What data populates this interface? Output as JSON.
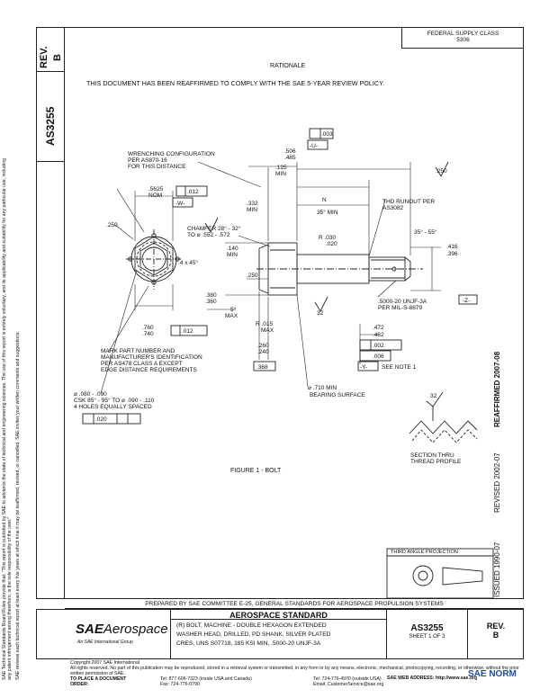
{
  "document": {
    "number": "AS3255",
    "rev_label": "REV.",
    "rev": "B",
    "federal_supply_class_label": "FEDERAL SUPPLY CLASS",
    "federal_supply_class": "5306",
    "rationale_heading": "RATIONALE",
    "rationale_text": "THIS DOCUMENT HAS BEEN REAFFIRMED TO COMPLY WITH THE SAE 5-YEAR REVIEW POLICY.",
    "figure_caption": "FIGURE 1 - BOLT",
    "issued": "ISSUED 1990-07",
    "revised": "REVISED 2002-07",
    "reaffirmed": "REAFFIRMED 2007-08",
    "left_notice_1": "SAE Technical Standards Board Rules provide that: \"This report is published by SAE to advance the state of technical and engineering sciences. The use of this report is entirely voluntary, and its applicability and suitability for any particular use, including any patent infringement arising therefrom, is the sole responsibility of the user.\"",
    "left_notice_2": "SAE reviews each technical report at least every five years at which time it may be reaffirmed, revised, or cancelled. SAE invites your written comments and suggestions.",
    "third_angle_label": "THIRD ANGLE PROJECTION",
    "committee": "PREPARED BY SAE COMMITTEE E-25, GENERAL STANDARDS FOR AEROSPACE PROPULSION SYSTEMS",
    "logo_brand": "SAE",
    "logo_text": "Aerospace",
    "logo_sub": "An SAE International Group",
    "standard_title": "AEROSPACE STANDARD",
    "part_description_1": "(R)  BOLT, MACHINE - DOUBLE HEXAGON EXTENDED",
    "part_description_2": "WASHER HEAD, DRILLED, PD SHANK, SILVER PLATED",
    "part_description_3": "CRES, UNS S07718, 185 KSI MIN, .5000-20 UNJF-3A",
    "sheet": "SHEET 1 OF 3",
    "copyright": "Copyright 2007 SAE International",
    "rights": "All rights reserved. No part of this publication may be reproduced, stored in a retrieval system or transmitted, in any form or by any means, electronic, mechanical, photocopying, recording, or otherwise, without the prior written permission of SAE.",
    "order_label": "TO PLACE A DOCUMENT ORDER:",
    "tel_1": "Tel: 877-606-7323 (inside USA and Canada)",
    "tel_2": "Tel: 724-776-4970 (outside USA)",
    "fax": "Fax: 724-776-0790",
    "email": "Email: CustomerService@sae.org",
    "web": "SAE WEB ADDRESS: http://www.sae.org",
    "watermark": "SAE NORM"
  },
  "drawing": {
    "wrenching": [
      "WRENCHING CONFIGURATION",
      "PER AS870-16",
      "FOR THIS DISTANCE"
    ],
    "d_5625": ".5625",
    "nom": "NOM",
    "tol_012_y": ".012",
    "datum_w": "-W-",
    "d_250_a": ".250",
    "d_506": ".506",
    "d_485": ".485",
    "d_125": ".125",
    "min": "MIN",
    "d_332": ".332",
    "tol_003": ".003",
    "datum_u": "-U-",
    "d_250_b": ".250",
    "thd_runout": [
      "THD RUNOUT PER",
      "AS3082"
    ],
    "n_label": "N",
    "angle_35": "35° MIN",
    "chamfer": [
      "CHAMFER 28° - 32°",
      "TO ⌀ .552 - .572"
    ],
    "d_140": ".140",
    "r_label": "R .030",
    "r_020": ".020",
    "angle_35_55": "35° - 55°",
    "d_416": ".416",
    "d_396": ".396",
    "x45": ".4 x 45°",
    "d_250_c": ".250",
    "d_380": ".380",
    "d_360": ".360",
    "angle_5": "5°",
    "max": "MAX",
    "thread": [
      ".5000-20 UNJF-3A",
      "PER MIL-S-8879"
    ],
    "datum_z": "-Z-",
    "d_760": ".760",
    "d_740": ".740",
    "tol_012_z": ".012",
    "r_015": "R .015",
    "surf_32_a": "32",
    "d_472": ".472",
    "d_462": ".462",
    "mark_note": [
      "MARK PART NUMBER AND",
      "MANUFACTURER'S IDENTIFICATION",
      "PER AS478 CLASS A EXCEPT",
      "EDGE DISTANCE REQUIREMENTS"
    ],
    "d_260": ".260",
    "d_240": ".240",
    "d_368": ".368",
    "tol_002": ".002",
    "tol_006": ".006",
    "datum_y": "-Y-",
    "see_note": "SEE NOTE 1",
    "holes": [
      "⌀ .080 - .090",
      "CSK 85° - 95° TO ⌀ .090 - .110",
      "4 HOLES EQUALLY SPACED"
    ],
    "tol_020": ".020",
    "bearing": [
      "⌀ .710 MIN",
      "BEARING SURFACE"
    ],
    "surf_32_b": "32",
    "section": [
      "SECTION THRU",
      "THREAD PROFILE"
    ]
  }
}
